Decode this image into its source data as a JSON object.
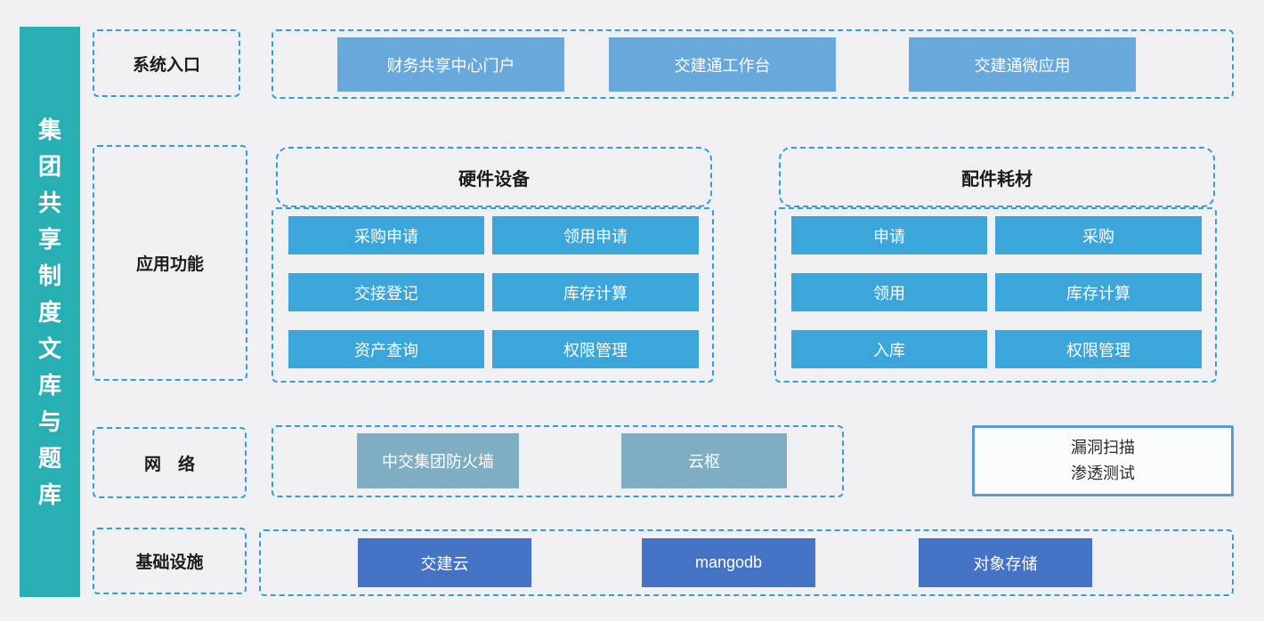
{
  "diagram": {
    "sidebar": {
      "title": "集团共享制度文库与题库",
      "chars": [
        "集",
        "团",
        "共",
        "享",
        "制",
        "度",
        "文",
        "库",
        "与",
        "题",
        "库"
      ]
    },
    "entry_row": {
      "label": "系统入口",
      "buttons": [
        "财务共享中心门户",
        "交建通工作台",
        "交建通微应用"
      ]
    },
    "app_row": {
      "label": "应用功能",
      "groups": [
        {
          "title": "硬件设备",
          "buttons": [
            "采购申请",
            "领用申请",
            "交接登记",
            "库存计算",
            "资产查询",
            "权限管理"
          ]
        },
        {
          "title": "配件耗材",
          "buttons": [
            "申请",
            "采购",
            "领用",
            "库存计算",
            "入库",
            "权限管理"
          ]
        }
      ]
    },
    "network_row": {
      "label": "网　络",
      "buttons": [
        "中交集团防火墙",
        "云枢"
      ],
      "security_box": {
        "line1": "漏洞扫描",
        "line2": "渗透测试"
      }
    },
    "infra_row": {
      "label": "基础设施",
      "buttons": [
        "交建云",
        "mangodb",
        "对象存储"
      ]
    }
  },
  "colors": {
    "background": "#f0f0f2",
    "sidebar_teal": "#27afb4",
    "dash_blue": "#2f9fd7",
    "entry_button_blue": "#68a8db",
    "app_button_blue": "#3aa6d9",
    "network_button_blue": "#7fadc2",
    "infra_button_blue": "#4472c4",
    "security_border_blue": "#5b9bd5"
  }
}
